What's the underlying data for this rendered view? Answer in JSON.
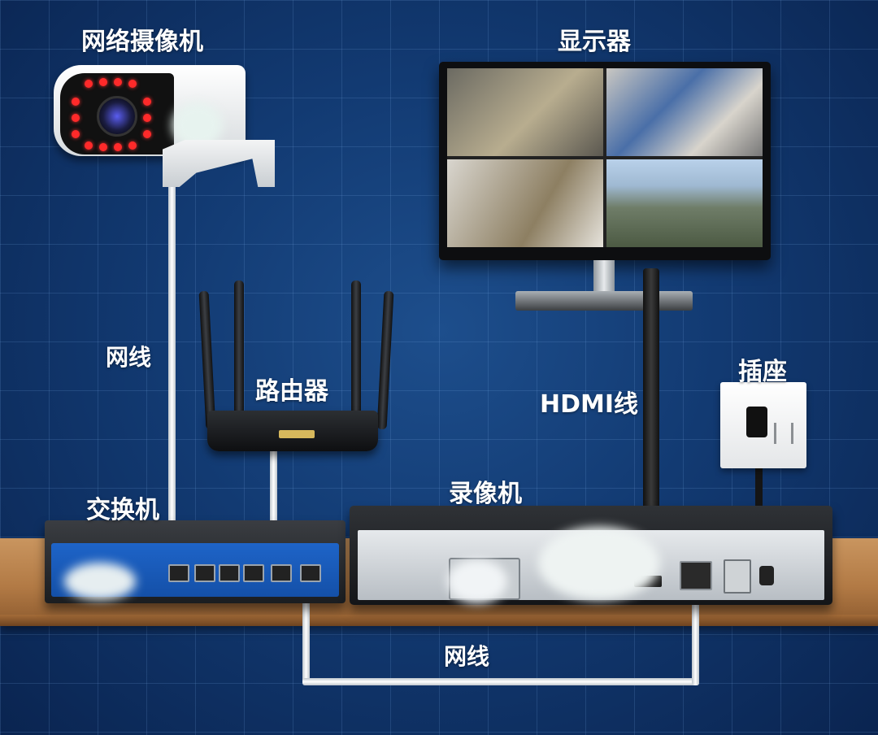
{
  "labels": {
    "camera": "网络摄像机",
    "monitor": "显示器",
    "cable_top": "网线",
    "router": "路由器",
    "hdmi": "HDMI线",
    "socket": "插座",
    "switch": "交换机",
    "nvr": "录像机",
    "cable_bottom": "网线"
  },
  "colors": {
    "background": "#123a72",
    "switch_face": "#1e64c8",
    "shelf": "#b27a45",
    "led": "#ff2a2a"
  },
  "icons": {
    "camera": "ip-camera-icon",
    "monitor": "monitor-icon",
    "router": "router-icon",
    "switch": "network-switch-icon",
    "nvr": "video-recorder-icon",
    "socket": "power-socket-icon"
  }
}
